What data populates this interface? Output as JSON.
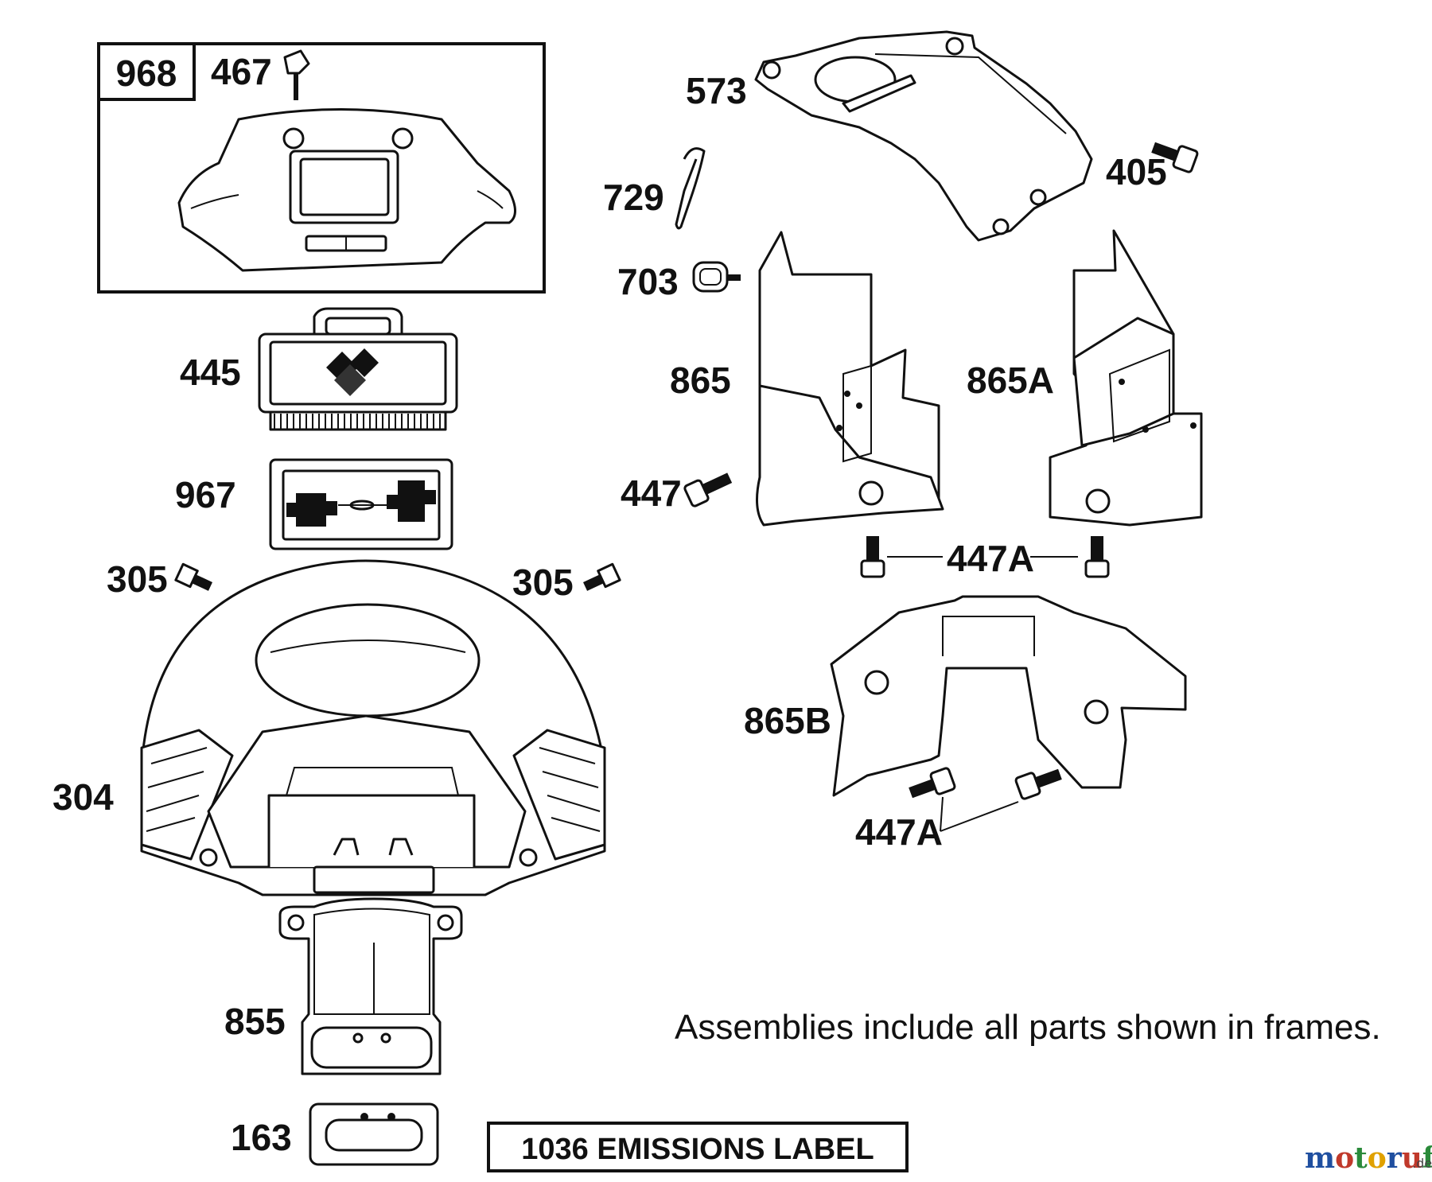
{
  "labels": {
    "p968": "968",
    "p467": "467",
    "p445": "445",
    "p967": "967",
    "p305_left": "305",
    "p305_right": "305",
    "p304": "304",
    "p855": "855",
    "p163": "163",
    "p573": "573",
    "p729": "729",
    "p405": "405",
    "p703": "703",
    "p865": "865",
    "p865a": "865A",
    "p447": "447",
    "p447a_top": "447A",
    "p865b": "865B",
    "p447a_bottom": "447A"
  },
  "note": "Assemblies include all parts shown in frames.",
  "emissions_label": "1036 EMISSIONS LABEL",
  "watermark": {
    "brand": "motoruf",
    "suffix": ".de"
  }
}
